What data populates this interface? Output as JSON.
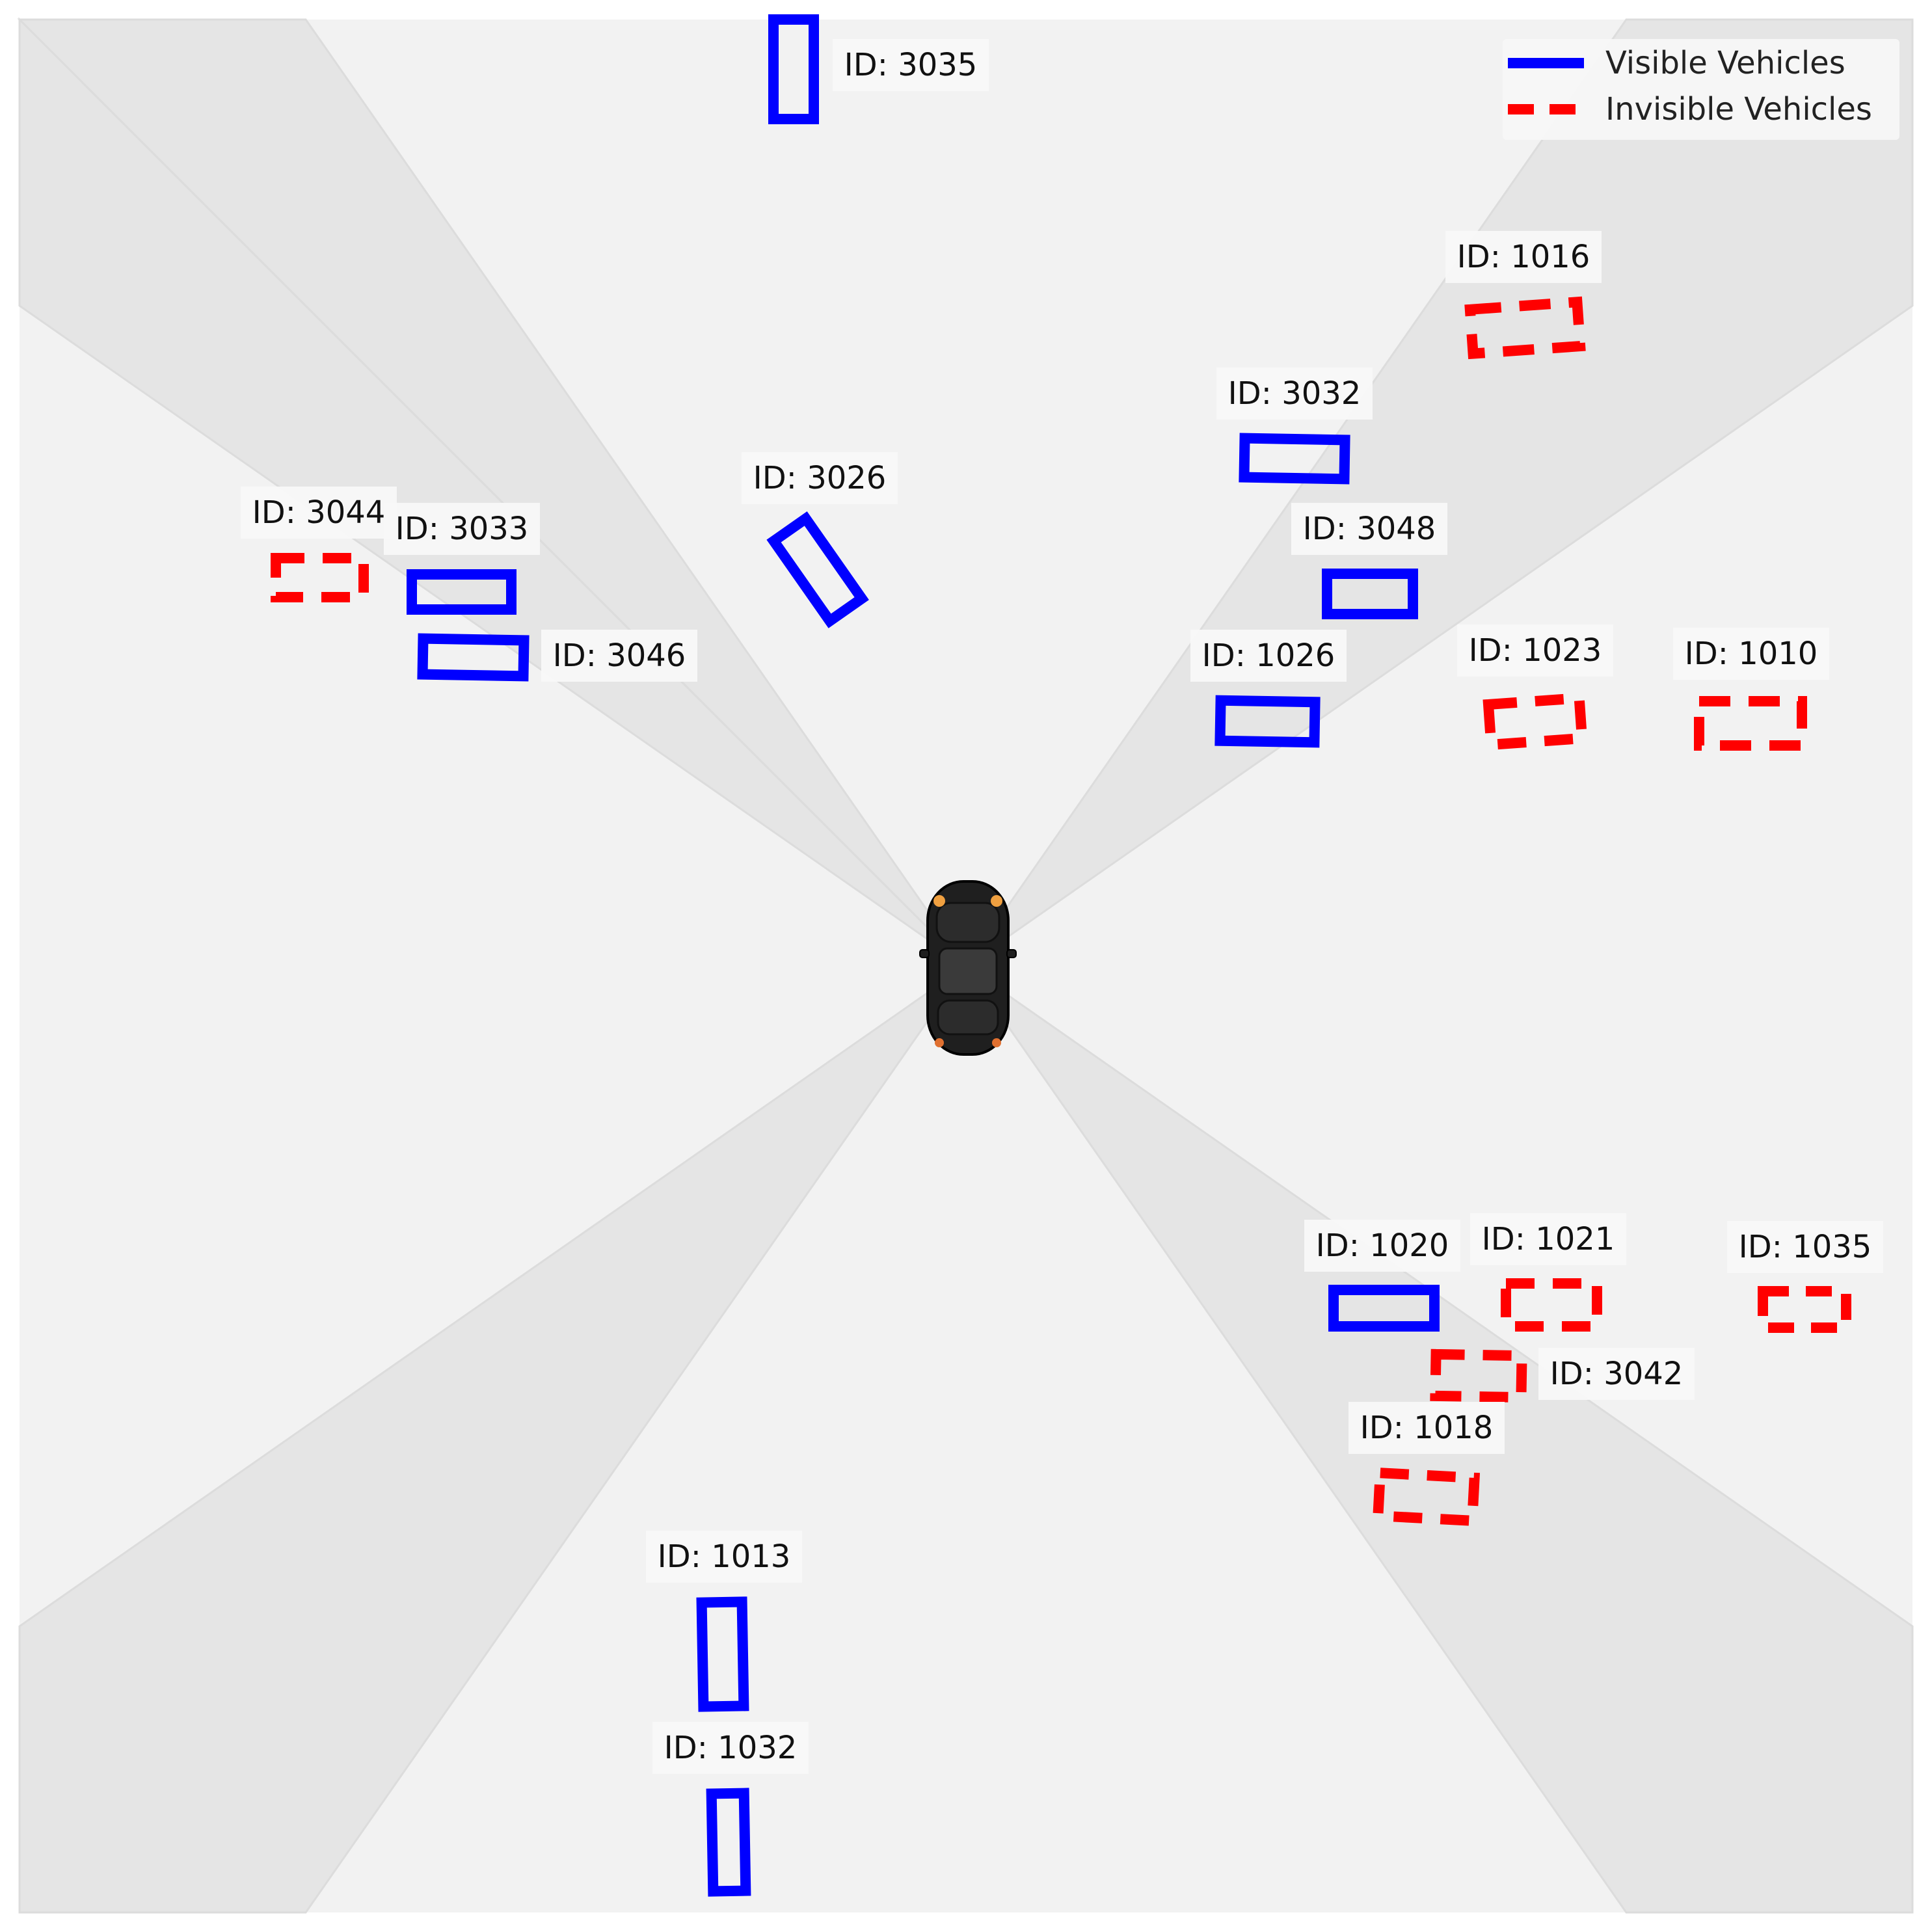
{
  "legend": {
    "visible_label": "Visible Vehicles",
    "invisible_label": "Invisible Vehicles"
  },
  "colors": {
    "visible": "#0000ff",
    "invisible": "#ff0000",
    "background": "#f2f2f2",
    "blind_zone": "#e5e5e5",
    "ego_car": "#1f1f1f",
    "label_box": "#f8f8f8"
  },
  "ego_vehicle": {
    "icon": "black-car-top-view-icon"
  },
  "vehicles": [
    {
      "id": "ID: 3035",
      "status": "visible"
    },
    {
      "id": "ID: 1016",
      "status": "invisible"
    },
    {
      "id": "ID: 3032",
      "status": "visible"
    },
    {
      "id": "ID: 3026",
      "status": "visible"
    },
    {
      "id": "ID: 3044",
      "status": "invisible"
    },
    {
      "id": "ID: 3033",
      "status": "visible"
    },
    {
      "id": "ID: 3048",
      "status": "visible"
    },
    {
      "id": "ID: 3046",
      "status": "visible"
    },
    {
      "id": "ID: 1026",
      "status": "visible"
    },
    {
      "id": "ID: 1023",
      "status": "invisible"
    },
    {
      "id": "ID: 1010",
      "status": "invisible"
    },
    {
      "id": "ID: 1020",
      "status": "visible"
    },
    {
      "id": "ID: 1021",
      "status": "invisible"
    },
    {
      "id": "ID: 1035",
      "status": "invisible"
    },
    {
      "id": "ID: 3042",
      "status": "invisible"
    },
    {
      "id": "ID: 1018",
      "status": "invisible"
    },
    {
      "id": "ID: 1013",
      "status": "visible"
    },
    {
      "id": "ID: 1032",
      "status": "visible"
    }
  ]
}
